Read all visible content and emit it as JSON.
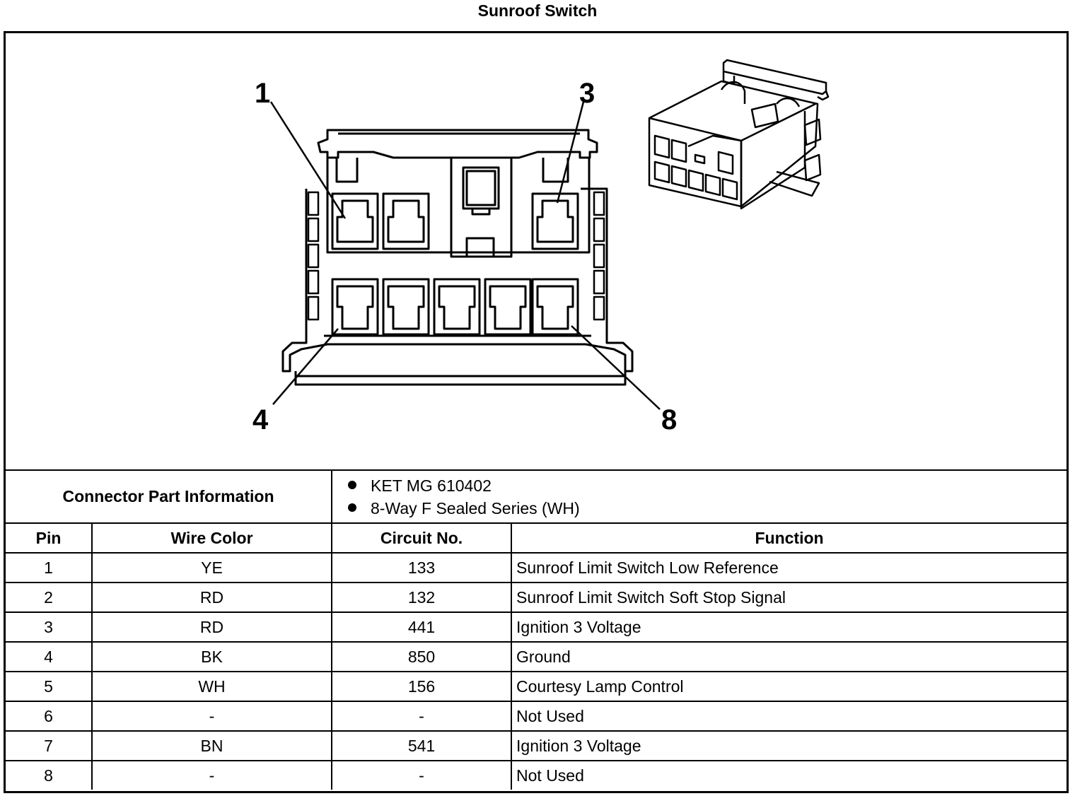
{
  "title": "Sunroof Switch",
  "callouts": {
    "pin1": "1",
    "pin3": "3",
    "pin4": "4",
    "pin8": "8"
  },
  "connector_info": {
    "label": "Connector Part Information",
    "items": [
      "KET MG 610402",
      "8-Way F Sealed Series (WH)"
    ]
  },
  "table": {
    "headers": {
      "pin": "Pin",
      "wire_color": "Wire Color",
      "circuit": "Circuit No.",
      "function": "Function"
    },
    "rows": [
      {
        "pin": "1",
        "wire_color": "YE",
        "circuit": "133",
        "function": "Sunroof Limit Switch Low Reference"
      },
      {
        "pin": "2",
        "wire_color": "RD",
        "circuit": "132",
        "function": "Sunroof Limit Switch Soft Stop Signal"
      },
      {
        "pin": "3",
        "wire_color": "RD",
        "circuit": "441",
        "function": "Ignition 3 Voltage"
      },
      {
        "pin": "4",
        "wire_color": "BK",
        "circuit": "850",
        "function": "Ground"
      },
      {
        "pin": "5",
        "wire_color": "WH",
        "circuit": "156",
        "function": "Courtesy Lamp Control"
      },
      {
        "pin": "6",
        "wire_color": "-",
        "circuit": "-",
        "function": "Not Used"
      },
      {
        "pin": "7",
        "wire_color": "BN",
        "circuit": "541",
        "function": "Ignition 3 Voltage"
      },
      {
        "pin": "8",
        "wire_color": "-",
        "circuit": "-",
        "function": "Not Used"
      }
    ]
  }
}
